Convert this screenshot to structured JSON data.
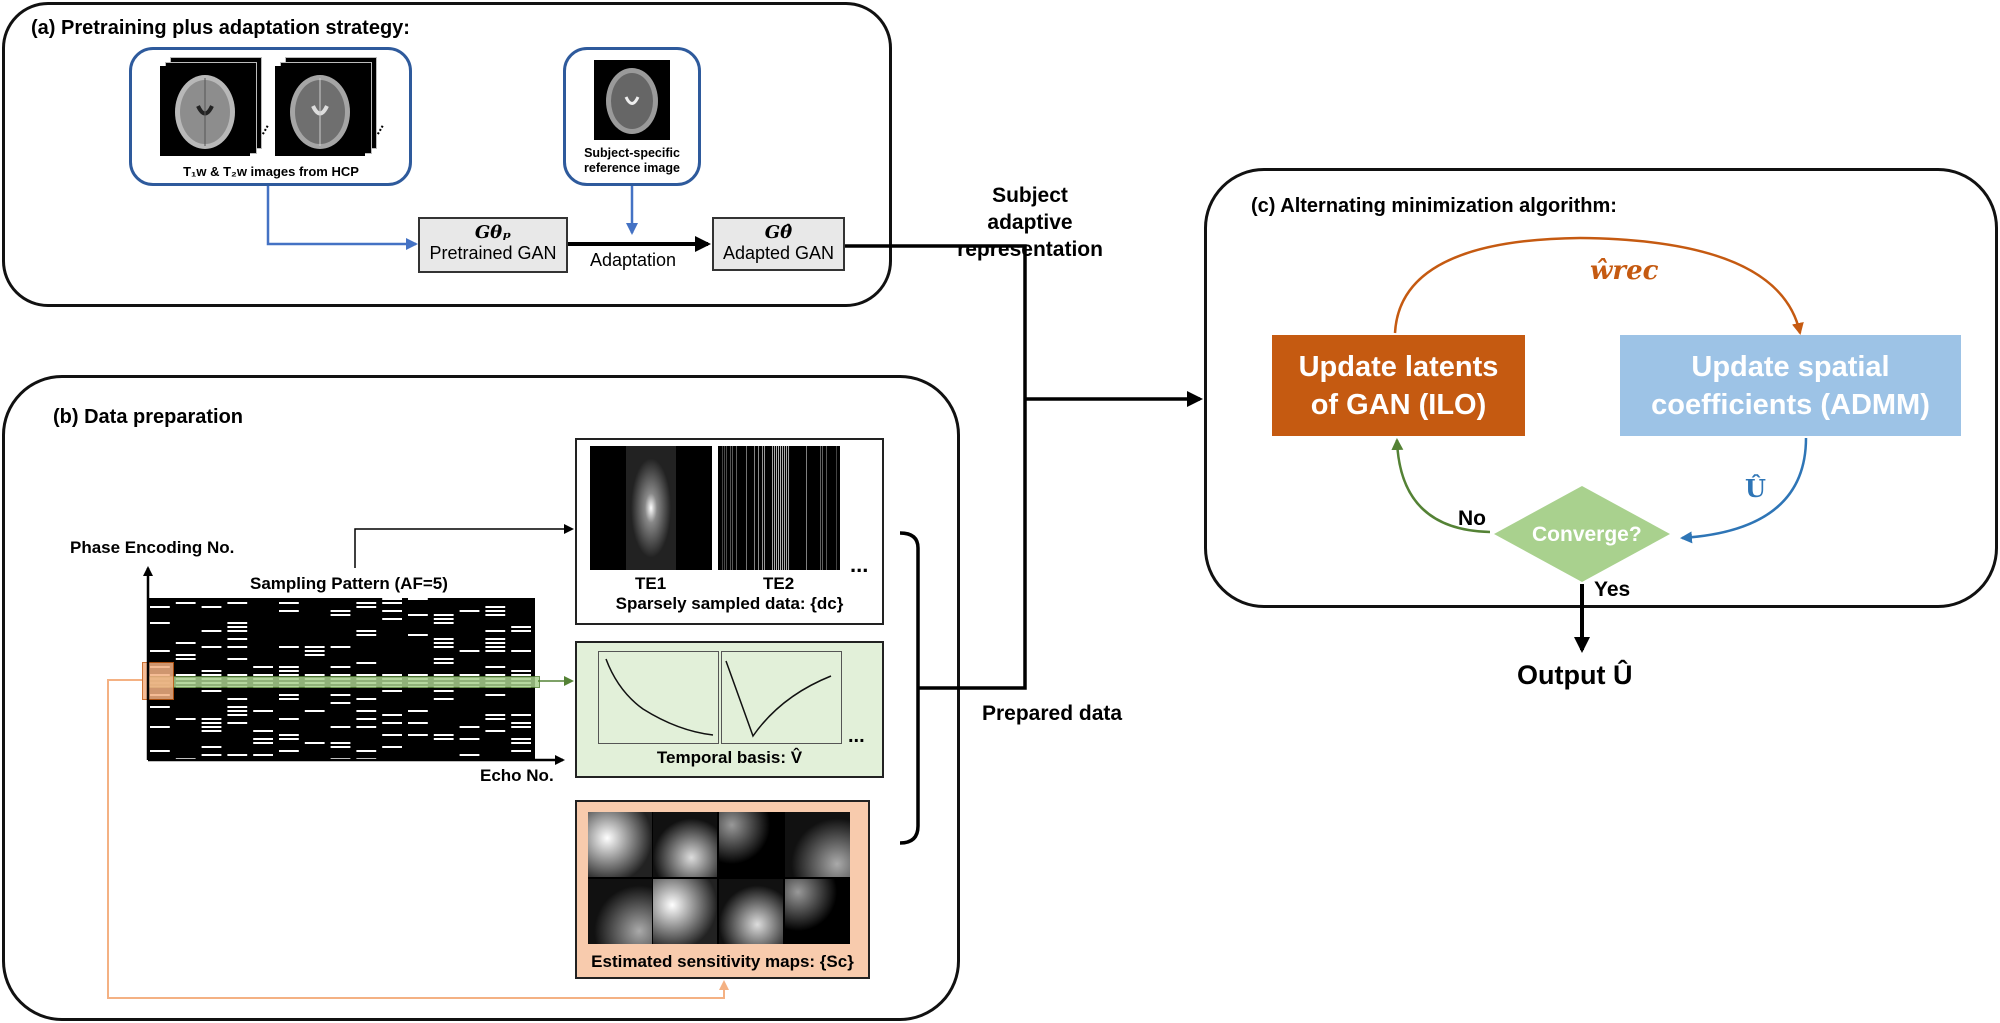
{
  "panel_a": {
    "title": "(a) Pretraining plus adaptation strategy:",
    "hcp_caption": "T₁w & T₂w images from HCP",
    "ref_caption": "Subject-specific reference image",
    "pretrained_symbol": "Gθₚ",
    "pretrained_label": "Pretrained GAN",
    "adaptation_label": "Adaptation",
    "adapted_symbol": "Gθ̂",
    "adapted_label": "Adapted GAN",
    "ellipsis": "..."
  },
  "connector_label": "Subject adaptive representation",
  "panel_b": {
    "title": "(b) Data preparation",
    "y_axis_label": "Phase Encoding No.",
    "x_axis_label": "Echo No.",
    "sampling_label": "Sampling Pattern (AF=5)",
    "te1_label": "TE1",
    "te2_label": "TE2",
    "sparse_caption": "Sparsely sampled data: {dᴄ}",
    "temporal_caption": "Temporal basis: V̂",
    "sensitivity_caption": "Estimated sensitivity maps: {Sᴄ}",
    "ellipsis": "...",
    "prepared_label": "Prepared data"
  },
  "panel_c": {
    "title": "(c) Alternating minimization algorithm:",
    "update_latents": "Update latents of GAN (ILO)",
    "update_spatial": "Update spatial coefficients (ADMM)",
    "w_rec_label": "ŵrec",
    "u_hat_label": "Û",
    "converge_label": "Converge?",
    "no_label": "No",
    "yes_label": "Yes",
    "output_label": "Output Û",
    "colors": {
      "orange": "#c55a11",
      "blue": "#9dc3e6",
      "green": "#a9d18e",
      "arrow_blue": "#2e75b6",
      "arrow_green": "#548235"
    }
  },
  "colors": {
    "group_border": "#2e5a9c",
    "blue_arrow": "#4472c4",
    "green_fill": "#e2f0d9",
    "orange_fill": "#f8cbad",
    "orange_line": "#f4b183"
  }
}
